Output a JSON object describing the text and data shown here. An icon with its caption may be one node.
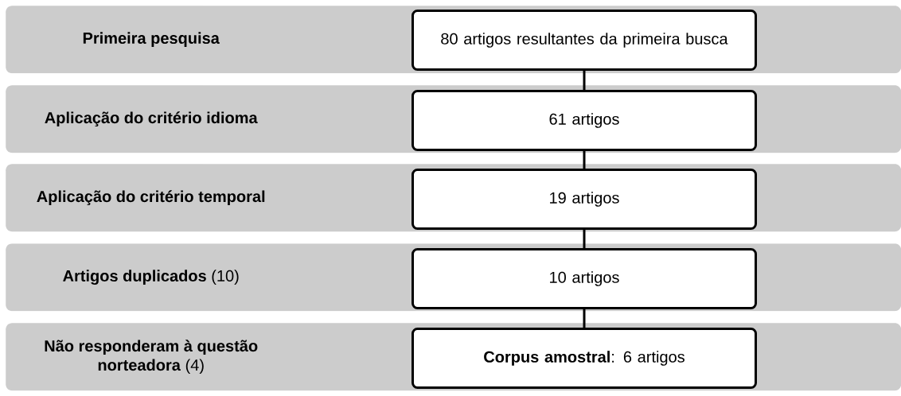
{
  "diagram": {
    "nodes": [
      {
        "text": [
          "Primeira pesquisa"
        ]
      },
      {
        "text": [
          "80 artigos resultantes da primeira busca"
        ],
        "in": 0
      },
      {
        "text": [
          "Aplicação do critério idioma"
        ]
      },
      {
        "text": [
          "61 artigos"
        ],
        "in": 2
      },
      {
        "text": [
          "Aplicação do critério temporal"
        ]
      },
      {
        "text": [
          "19 artigos"
        ],
        "in": 4
      },
      {
        "text": [
          "**Artigos duplicados** (10)"
        ]
      },
      {
        "text": [
          "10 artigos"
        ],
        "in": 6
      },
      {
        "text": [
          "**Não responderam à questão norteadora** (4)"
        ]
      },
      {
        "text": [
          "**Corpus amostral**: 6 artigos"
        ],
        "in": 8
      }
    ],
    "edges": [
      {
        "from": 1,
        "to": 3,
        "arrow": "none"
      },
      {
        "from": 3,
        "to": 5,
        "arrow": "none"
      },
      {
        "from": 5,
        "to": 7,
        "arrow": "none"
      },
      {
        "from": 7,
        "to": 9,
        "arrow": "none"
      }
    ]
  }
}
